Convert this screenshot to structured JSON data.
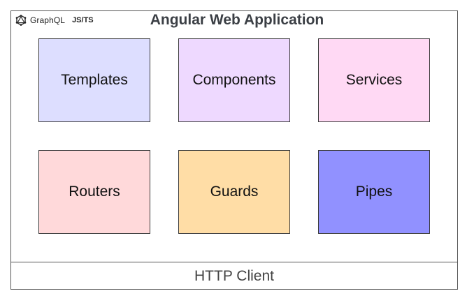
{
  "brand": {
    "icon": "graphql-logo-icon",
    "name": "GraphQL",
    "tag": "JS/TS"
  },
  "title": "Angular Web Application",
  "boxes": [
    {
      "label": "Templates",
      "color": "#dddeff"
    },
    {
      "label": "Components",
      "color": "#eed9ff"
    },
    {
      "label": "Services",
      "color": "#ffd9f4"
    },
    {
      "label": "Routers",
      "color": "#ffd9da"
    },
    {
      "label": "Guards",
      "color": "#ffdda6"
    },
    {
      "label": "Pipes",
      "color": "#9191ff"
    }
  ],
  "footer": {
    "label": "HTTP Client"
  }
}
